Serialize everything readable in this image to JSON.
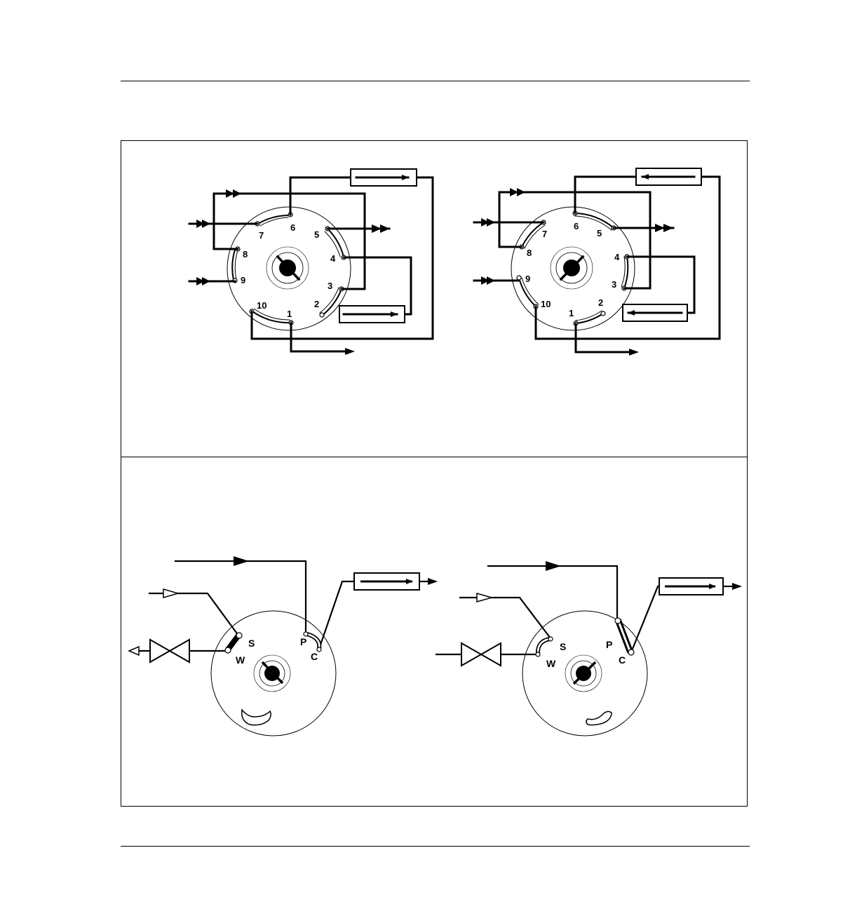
{
  "valve_top_left": {
    "port_labels": [
      "1",
      "2",
      "3",
      "4",
      "5",
      "6",
      "7",
      "8",
      "9",
      "10"
    ]
  },
  "valve_top_right": {
    "port_labels": [
      "1",
      "2",
      "3",
      "4",
      "5",
      "6",
      "7",
      "8",
      "9",
      "10"
    ]
  },
  "valve_bottom_left": {
    "port_labels": {
      "S": "S",
      "P": "P",
      "W": "W",
      "C": "C"
    }
  },
  "valve_bottom_right": {
    "port_labels": {
      "S": "S",
      "P": "P",
      "W": "W",
      "C": "C"
    }
  },
  "colors": {
    "line": "#000000",
    "background": "#ffffff"
  },
  "icons": [
    "valve-rotor-icon",
    "column-icon",
    "flow-arrow-icon",
    "check-valve-icon",
    "sample-loop-icon"
  ]
}
